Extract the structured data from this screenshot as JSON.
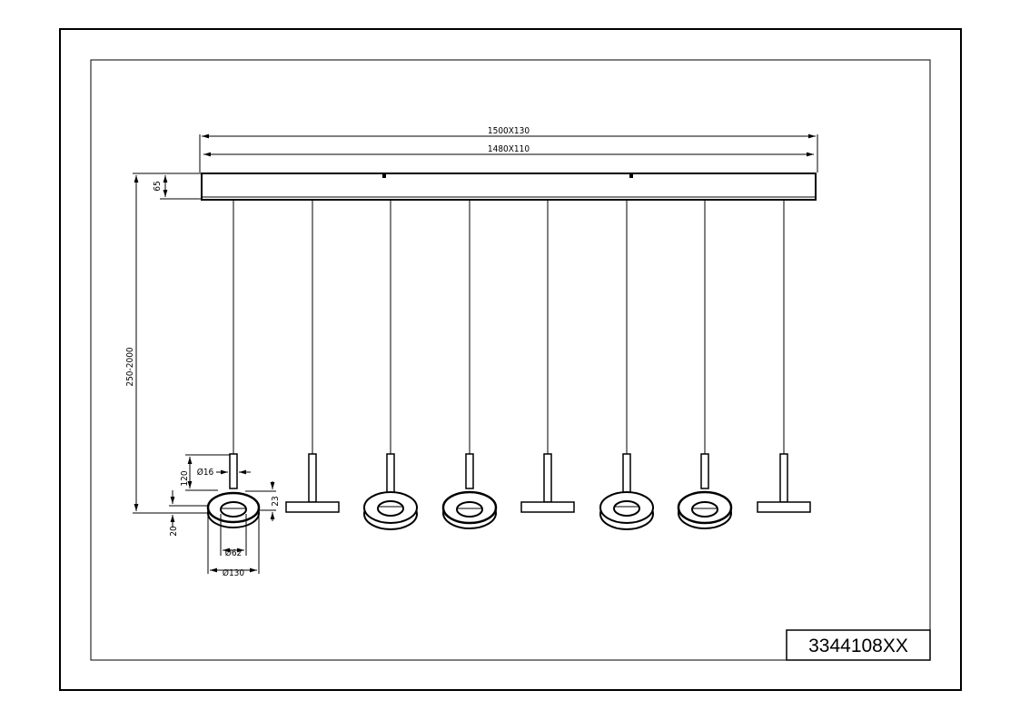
{
  "drawing": {
    "product_code": "3344108XX",
    "dimensions": {
      "canopy_outer": "1500X130",
      "canopy_inner": "1480X110",
      "canopy_height": "65",
      "drop_length": "250-2000",
      "stem_height": "120",
      "stem_diameter": "Ø16",
      "ring_thickness": "23",
      "base_height": "20",
      "ring_inner_diameter": "Ø62",
      "ring_outer_diameter": "Ø130"
    },
    "pendants": [
      "ring",
      "disc",
      "ring",
      "ring",
      "disc",
      "ring",
      "ring",
      "disc"
    ]
  }
}
